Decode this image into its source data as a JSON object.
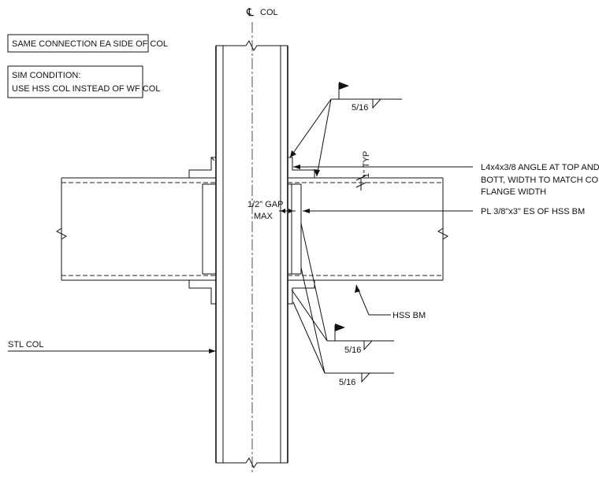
{
  "notes": {
    "same_connection": "SAME CONNECTION EA SIDE OF COL",
    "sim_condition_line1": "SIM CONDITION:",
    "sim_condition_line2": "USE HSS COL INSTEAD OF WF COL"
  },
  "labels": {
    "centerline_symbol": "℄",
    "col": "COL",
    "weld_top": "5/16",
    "weld_mid": "5/16",
    "weld_bottom": "5/16",
    "typ": "1\" TYP",
    "angle_line1": "L4x4x3/8 ANGLE AT TOP AND",
    "angle_line2": "BOTT, WIDTH TO MATCH COL",
    "angle_line3": "FLANGE WIDTH",
    "gap_line1": "1/2\" GAP",
    "gap_line2": "MAX",
    "plate": "PL 3/8\"x3\" ES OF HSS BM",
    "hss_bm": "HSS BM",
    "stl_col": "STL COL"
  }
}
